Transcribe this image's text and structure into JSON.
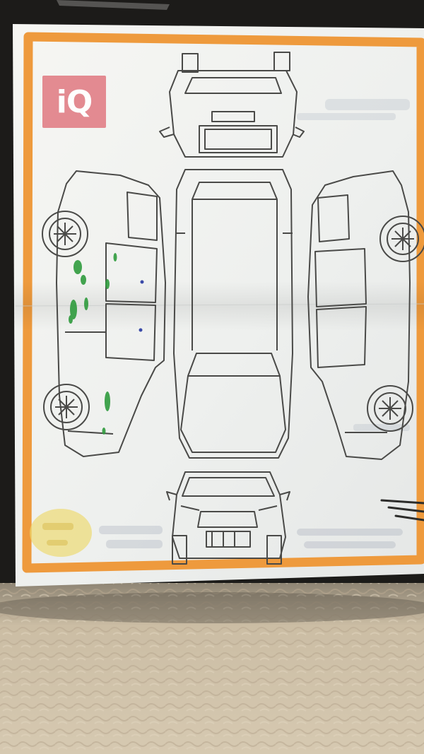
{
  "photo": {
    "subject": "vehicle-inspection-diagram",
    "views": [
      "top",
      "left-side",
      "roof",
      "right-side",
      "front",
      "rear"
    ]
  },
  "watermark": {
    "text": "iQ"
  },
  "colors": {
    "background": "#1c1b19",
    "paper": "#f4f5f2",
    "orange_border": "#ee9a3d",
    "line_drawing": "#4a4a48",
    "watermark_bg": "#e2838a",
    "green_marks": "#2f9b3d",
    "blue_dots": "#3a4aa8",
    "carpet": "#c9bba2",
    "yellow_stamp": "#ecd96a"
  },
  "marks": {
    "green_count": 9,
    "blue_count": 2
  }
}
